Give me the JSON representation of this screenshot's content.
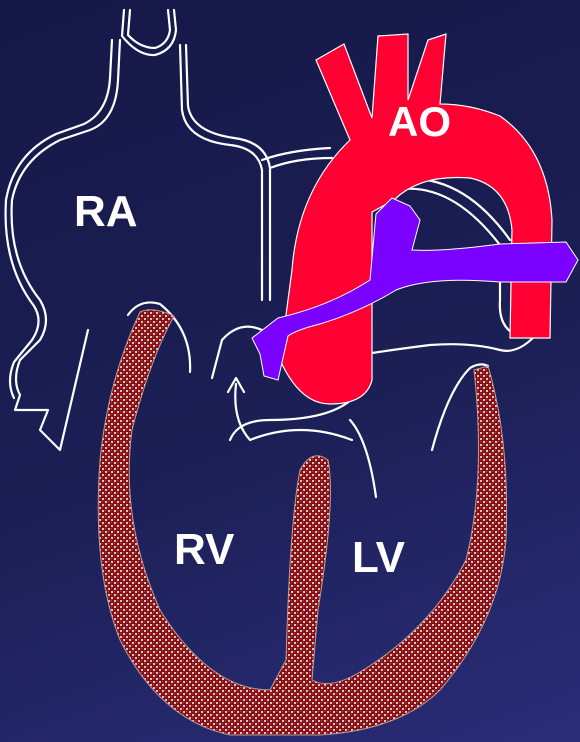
{
  "labels": {
    "ao": "AO",
    "ra": "RA",
    "rv": "RV",
    "lv": "LV"
  },
  "colors": {
    "background_top": "#161848",
    "background_bottom": "#2a2d78",
    "aorta": "#ff0033",
    "pulmonary_artery": "#7a00ff",
    "myocardium": "#8b0f12",
    "myocardium_texture": "#c8c8c8",
    "outline": "#ffffff"
  }
}
